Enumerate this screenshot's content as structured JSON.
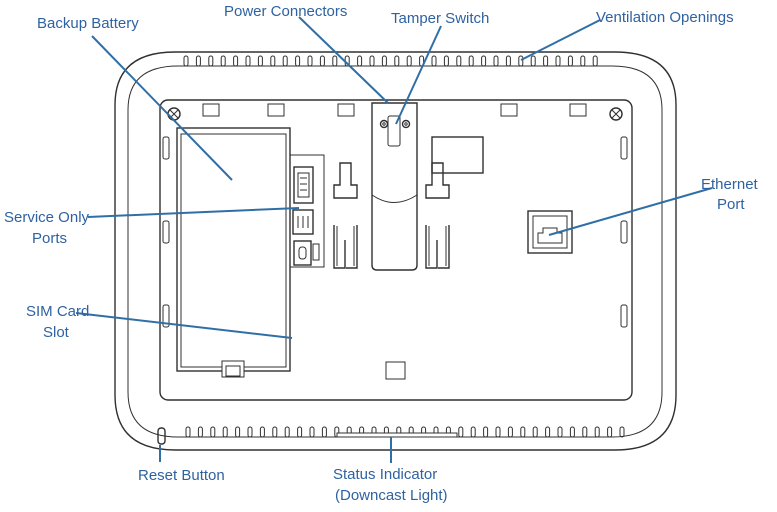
{
  "labels": {
    "backup_battery": "Backup Battery",
    "power_connectors": "Power Connectors",
    "tamper_switch": "Tamper Switch",
    "ventilation_openings": "Ventilation Openings",
    "ethernet_port_line1": "Ethernet",
    "ethernet_port_line2": "Port",
    "service_ports_line1": "Service Only",
    "service_ports_line2": "Ports",
    "sim_card_line1": "SIM Card",
    "sim_card_line2": "Slot",
    "reset_button": "Reset Button",
    "status_indicator_line1": "Status Indicator",
    "status_indicator_line2": "(Downcast Light)"
  },
  "colors": {
    "callout_text": "#2f62a0",
    "leader_line": "#2f6fa6",
    "device_outline": "#303030"
  }
}
